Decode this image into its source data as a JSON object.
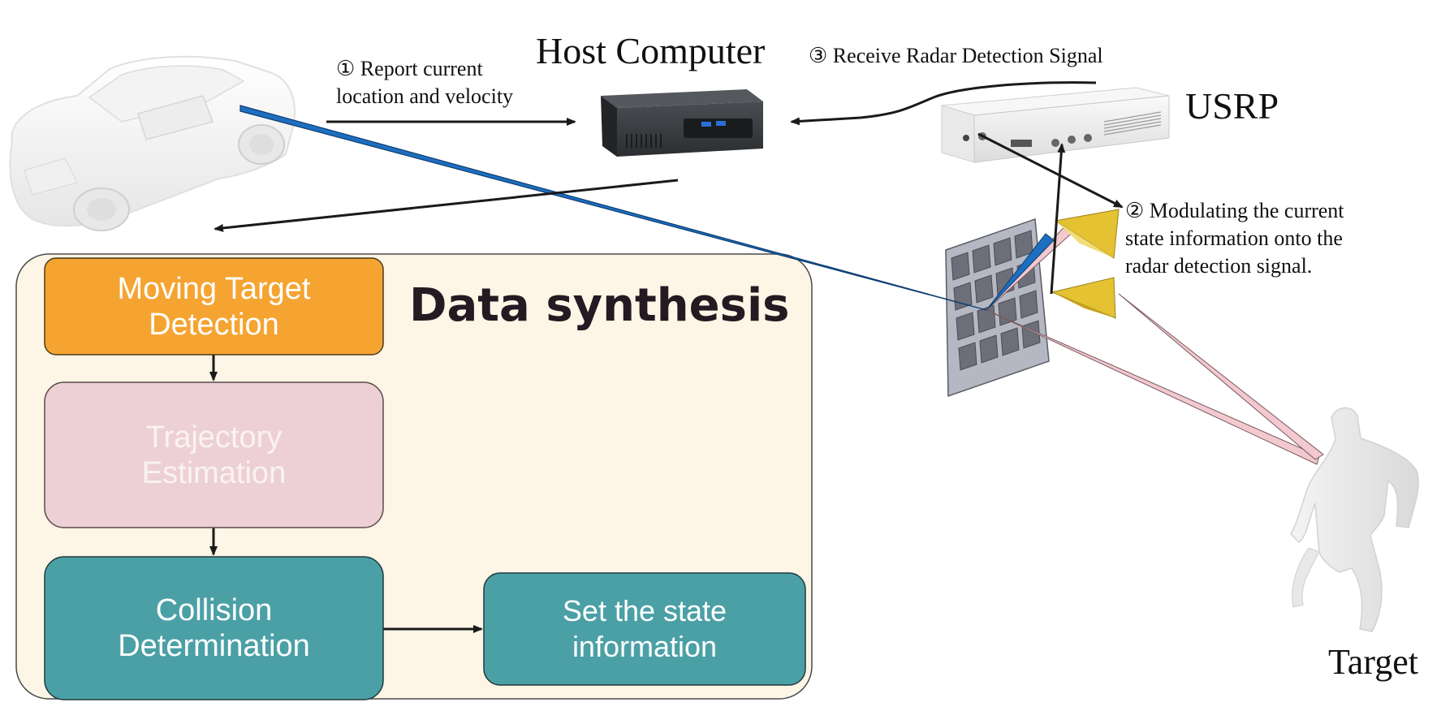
{
  "host_computer": {
    "label": "Host Computer"
  },
  "usrp": {
    "label": "USRP"
  },
  "target": {
    "label": "Target"
  },
  "steps": {
    "step1": {
      "line1": "① Report current",
      "line2": "location and velocity"
    },
    "step2": {
      "line1": "② Modulating the current",
      "line2": "state information onto the",
      "line3": "radar detection signal."
    },
    "step3": {
      "text": "③ Receive Radar Detection Signal"
    }
  },
  "panel": {
    "title": "Data synthesis",
    "boxes": {
      "moving_target": {
        "line1": "Moving Target",
        "line2": "Detection",
        "color": "#F5A431"
      },
      "trajectory": {
        "line1": "Trajectory",
        "line2": "Estimation",
        "color": "#EDD0D6"
      },
      "collision": {
        "line1": "Collision",
        "line2": "Determination",
        "color": "#4BA0A6"
      },
      "set_state": {
        "line1": "Set the state",
        "line2": "information",
        "color": "#4BA0A6"
      }
    },
    "background": "#FDF5E6"
  },
  "colors": {
    "beam_blue": "#1E6FC0",
    "beam_pink": "#F2C9CF",
    "horn": "#E4C232",
    "arrow": "#1A1A1A"
  }
}
